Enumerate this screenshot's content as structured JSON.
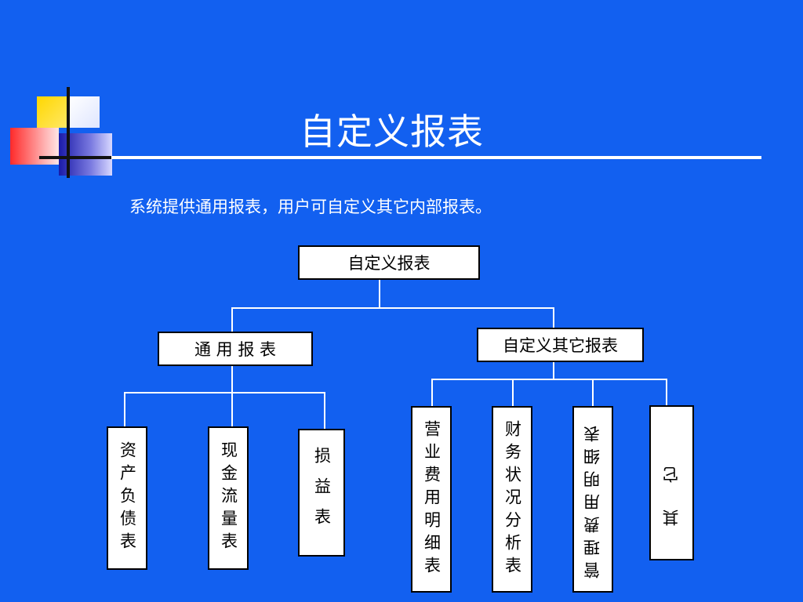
{
  "slide": {
    "title": "自定义报表",
    "subtitle": "系统提供通用报表，用户可自定义其它内部报表。"
  },
  "diagram": {
    "root": "自定义报表",
    "general": "通 用 报 表",
    "custom": "自定义其它报表",
    "general_children": [
      "资产负债表",
      "现金流量表",
      "损益表"
    ],
    "custom_children": [
      "营业费用明细表",
      "财务状况分析表",
      "管理费用明细表",
      "其它"
    ]
  },
  "colors": {
    "background": "#1260f0",
    "box_fill": "#ffffff",
    "connector": "#ffffff"
  }
}
